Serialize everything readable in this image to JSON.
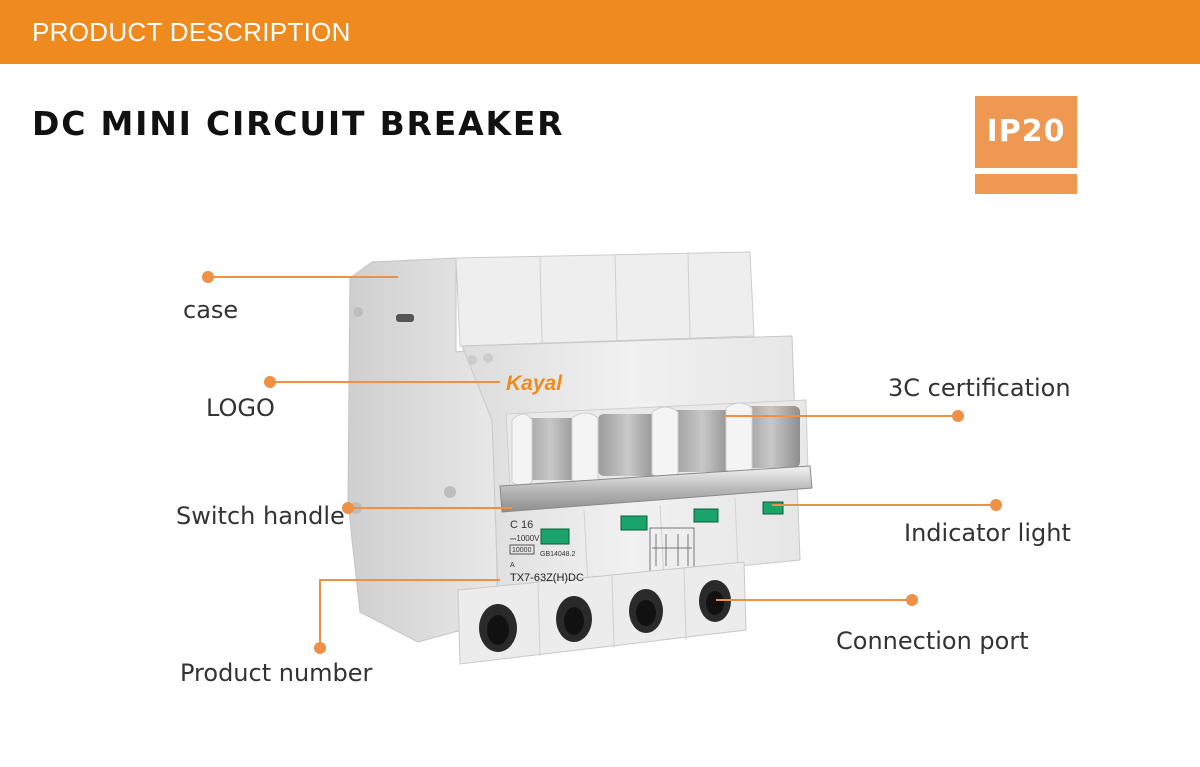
{
  "banner": {
    "title": "PRODUCT DESCRIPTION"
  },
  "page_title": "DC MINI CIRCUIT BREAKER",
  "badge": {
    "label": "IP20"
  },
  "callouts": {
    "case": "case",
    "logo": "LOGO",
    "switch_handle": "Switch handle",
    "product_number": "Product number",
    "certification": "3C certification",
    "indicator_light": "Indicator light",
    "connection_port": "Connection port"
  },
  "breaker": {
    "brand": "Kayal",
    "rating": "C 16",
    "voltage": "⎓1000V",
    "breaking_capacity": "10000",
    "standard": "GB14048.2",
    "model": "TX7-63Z(H)DC",
    "marks": "A",
    "poles": 4
  },
  "colors": {
    "accent": "#ef8a1f",
    "badge": "#ef9851",
    "leader": "#ee9045",
    "indicator": "#1aa36a"
  }
}
